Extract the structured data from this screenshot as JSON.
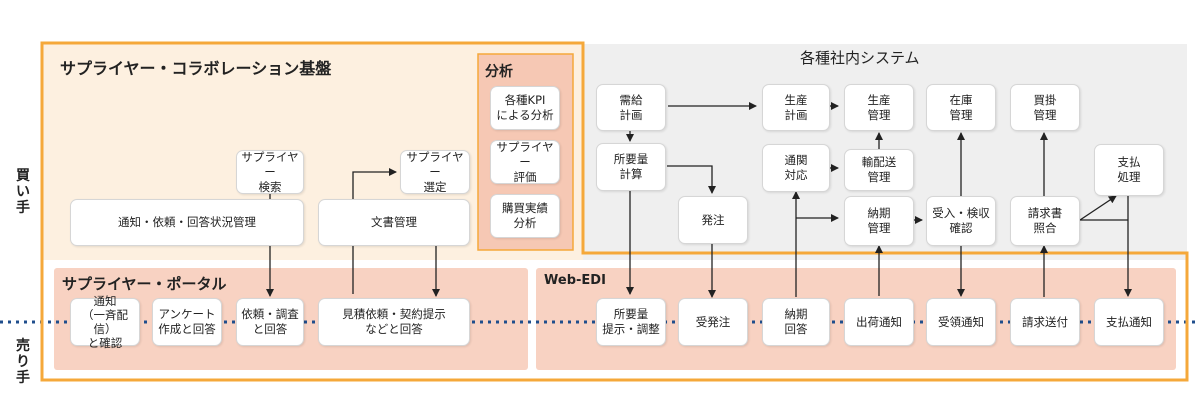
{
  "regions": {
    "internal_title": "各種社内システム",
    "platform_title": "サプライヤー・コラボレーション基盤",
    "analysis_title": "分析",
    "portal_title": "サプライヤー・ポータル",
    "webedi_title": "Web-EDI"
  },
  "side_labels": {
    "buyer": "買い手",
    "seller": "売り手"
  },
  "boxes": {
    "supplier_search": "サプライヤー\n検索",
    "supplier_select": "サプライヤー\n選定",
    "notify_mgmt": "通知・依頼・回答状況管理",
    "doc_mgmt": "文書管理",
    "kpi_analysis": "各種KPI\nによる分析",
    "supplier_eval": "サプライヤー\n評価",
    "purchase_analysis": "購買実績\n分析",
    "demand_plan": "需給\n計画",
    "requirement_calc": "所要量\n計算",
    "order": "発注",
    "prod_plan": "生産\n計画",
    "prod_mgmt": "生産\n管理",
    "inventory_mgmt": "在庫\n管理",
    "ap_mgmt": "買掛\n管理",
    "customs": "通関\n対応",
    "shipping_mgmt": "輸配送\n管理",
    "payment_proc": "支払\n処理",
    "delivery_mgmt": "納期\n管理",
    "receive_inspect": "受入・検収\n確認",
    "invoice_match": "請求書\n照合",
    "notice_confirm": "通知\n（一斉配信）\nと確認",
    "survey": "アンケート\n作成と回答",
    "request_reply": "依頼・調査\nと回答",
    "quote_contract": "見積依頼・契約提示\nなどと回答",
    "req_present": "所要量\n提示・調整",
    "order_receive": "受発注",
    "delivery_reply": "納期\n回答",
    "ship_notice": "出荷通知",
    "receipt_notice": "受領通知",
    "invoice_send": "請求送付",
    "payment_notice": "支払通知"
  },
  "colors": {
    "orange_border": "#f5a83a",
    "platform_fill": "#fdf0e0",
    "internal_fill": "#efefef",
    "salmon_fill": "#f8d2c2",
    "analysis_fill": "#f6c8b4",
    "dotted_line": "#1f4e8c",
    "arrow": "#222222"
  }
}
